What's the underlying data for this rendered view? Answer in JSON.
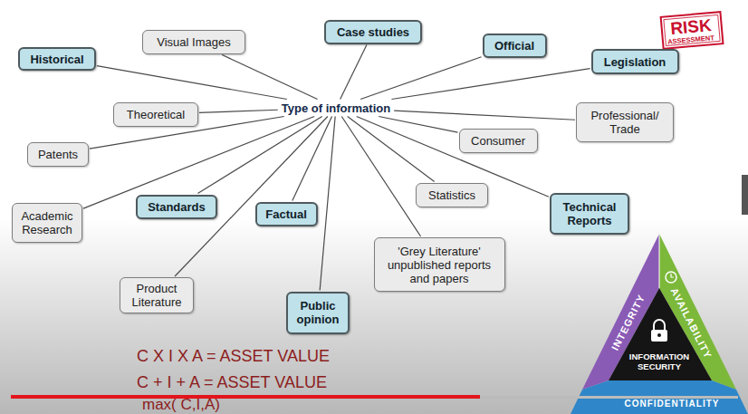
{
  "diagram": {
    "nodes": [
      {
        "text": [
          "Historical"
        ]
      },
      {
        "text": [
          "Visual Images"
        ]
      },
      {
        "text": [
          "Case studies"
        ]
      },
      {
        "text": [
          "Official"
        ]
      },
      {
        "text": [
          "Legislation"
        ]
      },
      {
        "text": [
          "Theoretical"
        ]
      },
      {
        "text": [
          "Type of information"
        ]
      },
      {
        "text": [
          "Professional/ Trade"
        ]
      },
      {
        "text": [
          "Patents"
        ]
      },
      {
        "text": [
          "Consumer"
        ]
      },
      {
        "text": [
          "Standards"
        ]
      },
      {
        "text": [
          "Factual"
        ]
      },
      {
        "text": [
          "Statistics"
        ]
      },
      {
        "text": [
          "Technical Reports"
        ]
      },
      {
        "text": [
          "Academic Research"
        ]
      },
      {
        "text": [
          "'Grey Literature' unpublished reports and papers"
        ]
      },
      {
        "text": [
          "Product Literature"
        ]
      },
      {
        "text": [
          "Public opinion"
        ]
      }
    ],
    "edges": [
      {
        "from": 6,
        "to": 0,
        "arrow": "none"
      },
      {
        "from": 6,
        "to": 1,
        "arrow": "none"
      },
      {
        "from": 6,
        "to": 2,
        "arrow": "none"
      },
      {
        "from": 6,
        "to": 3,
        "arrow": "none"
      },
      {
        "from": 6,
        "to": 4,
        "arrow": "none"
      },
      {
        "from": 6,
        "to": 5,
        "arrow": "none"
      },
      {
        "from": 6,
        "to": 7,
        "arrow": "none"
      },
      {
        "from": 6,
        "to": 8,
        "arrow": "none"
      },
      {
        "from": 6,
        "to": 9,
        "arrow": "none"
      },
      {
        "from": 6,
        "to": 10,
        "arrow": "none"
      },
      {
        "from": 6,
        "to": 11,
        "arrow": "none"
      },
      {
        "from": 6,
        "to": 12,
        "arrow": "none"
      },
      {
        "from": 6,
        "to": 13,
        "arrow": "none"
      },
      {
        "from": 6,
        "to": 14,
        "arrow": "none"
      },
      {
        "from": 6,
        "to": 15,
        "arrow": "none"
      },
      {
        "from": 6,
        "to": 16,
        "arrow": "none"
      },
      {
        "from": 6,
        "to": 17,
        "arrow": "none"
      }
    ],
    "labels": [
      "RISK",
      "ASSESSMENT",
      "C X I X A = ASSET VALUE",
      "C + I + A = ASSET VALUE",
      "max( C,I,A)",
      "INTEGRITY",
      "AVAILABILITY",
      "INFORMATION SECURITY",
      "CONFIDENTIALITY"
    ]
  }
}
